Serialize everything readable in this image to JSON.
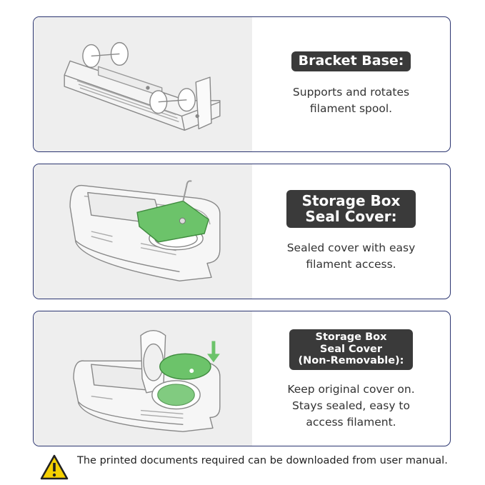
{
  "cards": [
    {
      "title_lines": [
        "Bracket Base:"
      ],
      "desc_lines": [
        "Supports and rotates",
        "filament spool."
      ],
      "image_icon": "bracket-base-illustration"
    },
    {
      "title_lines": [
        "Storage Box",
        "Seal Cover:"
      ],
      "desc_lines": [
        "Sealed cover with easy",
        "filament access."
      ],
      "image_icon": "seal-cover-illustration",
      "accent_color": "#5cb85c"
    },
    {
      "title_lines": [
        "Storage Box",
        "Seal Cover",
        "(Non-Removable):"
      ],
      "desc_lines": [
        "Keep original cover on.",
        "Stays sealed, easy to",
        "access filament."
      ],
      "image_icon": "non-removable-cover-illustration",
      "accent_color": "#5cb85c"
    }
  ],
  "note": {
    "text": "The printed documents required can be downloaded from user manual.",
    "icon": "warning-icon",
    "icon_color": "#f5d000"
  },
  "colors": {
    "card_border": "#2b3570",
    "badge_bg": "#3a3a3a",
    "image_bg": "#eeeeee"
  }
}
